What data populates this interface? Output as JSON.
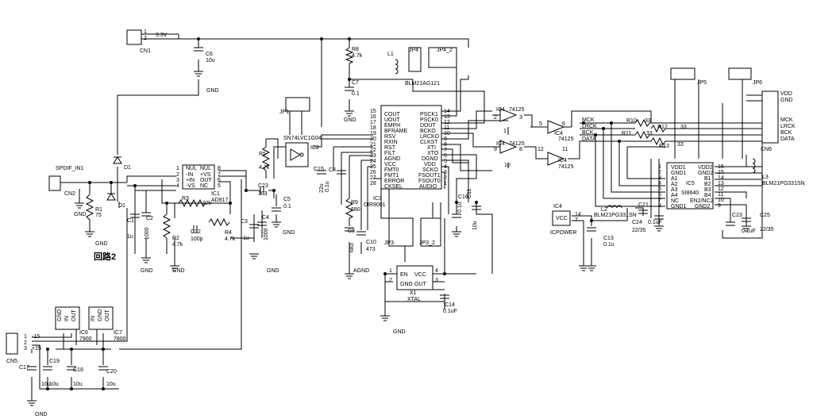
{
  "connectors": {
    "cn1": {
      "ref": "CN1",
      "p1": "1",
      "p2": "2",
      "net": "3.3V"
    },
    "cn2": {
      "ref": "CN2",
      "net": "SPDIF_IN1"
    },
    "cn5": {
      "ref": "CN5",
      "p1": "1",
      "p2": "2",
      "p3": "3",
      "neg": "-15",
      "pos": "+15"
    },
    "cn6": {
      "ref": "CN6",
      "pins": [
        "VDD",
        "GND",
        "MCK",
        "LRCK",
        "BCK",
        "DATA"
      ]
    }
  },
  "caps": {
    "c6": {
      "ref": "C6",
      "val": "10u"
    },
    "c7": {
      "ref": "C7",
      "val": "0.1"
    },
    "c1": {
      "ref": "C1",
      "val": "1u"
    },
    "c2": {
      "ref": "C2",
      "val": "1000"
    },
    "c22": {
      "ref": "C22",
      "val": "100p"
    },
    "c23": {
      "ref": "C23",
      "val": "103"
    },
    "c3": {
      "ref": "C3",
      "val": "1u"
    },
    "c4": {
      "ref": "C4",
      "val": "1000"
    },
    "c5": {
      "ref": "C5",
      "val": "0.1"
    },
    "c15": {
      "ref": "C15",
      "val": "0.1u"
    },
    "c8": {
      "ref": "C8",
      "val": "22u"
    },
    "c9": {
      "ref": "C9",
      "val": "683"
    },
    "c10": {
      "ref": "C10",
      "val": "473"
    },
    "c16": {
      "ref": "C16",
      "val": "0.1u"
    },
    "c11": {
      "ref": "C11",
      "val": "10u"
    },
    "c14": {
      "ref": "C14",
      "val": "0.1uF"
    },
    "c13": {
      "ref": "C13",
      "val": "0.1u"
    },
    "c21": {
      "ref": "C21",
      "val": "0.1uF"
    },
    "c24": {
      "ref": "C24",
      "val": "22/35"
    },
    "c23b": {
      "ref": "C23",
      "val": "0.1uF"
    },
    "c25": {
      "ref": "C25",
      "val": "22/35"
    },
    "c17": {
      "ref": "C17",
      "val": "10u"
    },
    "c19": {
      "ref": "C19",
      "val": "10u"
    },
    "c18": {
      "ref": "C18",
      "val": "10u"
    },
    "c20": {
      "ref": "C20",
      "val": "10u"
    }
  },
  "resistors": {
    "r1": {
      "ref": "R1",
      "val": "75"
    },
    "r3": {
      "ref": "R3",
      "val": "22k"
    },
    "r2": {
      "ref": "R2",
      "val": "4.7k"
    },
    "r4": {
      "ref": "R4",
      "val": "4.7k"
    },
    "r5": {
      "ref": "R5",
      "val": "4.7k"
    },
    "r8": {
      "ref": "R8",
      "val": "4.7k"
    },
    "r9": {
      "ref": "R9",
      "val": "680"
    },
    "r10": {
      "ref": "R10",
      "val": "33"
    },
    "r12": {
      "ref": "R12",
      "val": "33"
    },
    "r11": {
      "ref": "R11",
      "val": "33"
    },
    "r13": {
      "ref": "R13",
      "val": "33"
    }
  },
  "diodes": {
    "d1a": "D1",
    "d1b": "D1"
  },
  "inductors": {
    "l1": {
      "ref": "L1",
      "val": "BLM21AG121"
    },
    "l2": {
      "ref": "L2",
      "val": "BLM21PG331SN"
    },
    "l3": {
      "ref": "L3",
      "val": "BLM21PG331SN"
    }
  },
  "jumpers": {
    "jp1": "JP1",
    "jp4": "JP4",
    "jp4_2": "JP4_2",
    "jp5": "JP5",
    "jp6": "JP6",
    "jp3": "JP3",
    "jp3_2": "JP3_2"
  },
  "ic1": {
    "ref": "IC1",
    "part": "AD817",
    "left": [
      [
        "1",
        "NUL"
      ],
      [
        "2",
        "-IN"
      ],
      [
        "3",
        "+IN"
      ],
      [
        "4",
        "-VS"
      ]
    ],
    "right": [
      [
        "8",
        "NUL"
      ],
      [
        "7",
        "+VS"
      ],
      [
        "6",
        "OUT"
      ],
      [
        "5",
        "NC"
      ]
    ]
  },
  "ic2": {
    "ref": "IC2",
    "part": "SN74LVC1G04"
  },
  "ic3": {
    "ref": "IC3",
    "part": "DIR9001",
    "left": [
      [
        "15",
        "COUT"
      ],
      [
        "16",
        "UOUT"
      ],
      [
        "17",
        "EMPH"
      ],
      [
        "18",
        "BFRAME"
      ],
      [
        "19",
        "RSV"
      ],
      [
        "20",
        "RXIN"
      ],
      [
        "21",
        "RST"
      ],
      [
        "22",
        "FILT"
      ],
      [
        "23",
        "AGND"
      ],
      [
        "24",
        "VCC"
      ],
      [
        "25",
        "FMT0"
      ],
      [
        "26",
        "FMT1"
      ],
      [
        "27",
        "ERROR"
      ],
      [
        "28",
        "CKSEL"
      ]
    ],
    "right": [
      [
        "14",
        "PSCK1"
      ],
      [
        "13",
        "PSCK0"
      ],
      [
        "12",
        "DOUT"
      ],
      [
        "11",
        "BCKO"
      ],
      [
        "10",
        "LRCKO"
      ],
      [
        "9",
        "CLKST"
      ],
      [
        "8",
        "XTI"
      ],
      [
        "7",
        "XTO"
      ],
      [
        "6",
        "DGND"
      ],
      [
        "5",
        "VDD"
      ],
      [
        "4",
        "SCKO"
      ],
      [
        "3",
        "FSOUT1"
      ],
      [
        "2",
        "FSOUT0"
      ],
      [
        "1",
        "AUDIO"
      ]
    ]
  },
  "ic4": {
    "ref": "IC4",
    "part": "74125",
    "power": {
      "ref": "IC4",
      "pin": "VCC",
      "p14": "14",
      "p7": "7",
      "label": "ICPOWER"
    },
    "gate_pins": {
      "a": [
        "2",
        "1",
        "3"
      ],
      "b": [
        "5",
        "6"
      ],
      "c": [
        "9",
        "10",
        "8"
      ],
      "d": [
        "12",
        "11"
      ]
    }
  },
  "ic5": {
    "ref": "IC5",
    "part": "SI8640",
    "left": [
      [
        "1",
        "VDD1"
      ],
      [
        "2",
        "GND1"
      ],
      [
        "3",
        "A1"
      ],
      [
        "4",
        "A2"
      ],
      [
        "5",
        "A3"
      ],
      [
        "6",
        "A4"
      ],
      [
        "7",
        "NC"
      ],
      [
        "8",
        "GND1"
      ]
    ],
    "right": [
      [
        "16",
        "VDD2"
      ],
      [
        "15",
        "GND2"
      ],
      [
        "14",
        "B1"
      ],
      [
        "13",
        "B2"
      ],
      [
        "12",
        "B3"
      ],
      [
        "11",
        "B4"
      ],
      [
        "10",
        "EN2/NC2"
      ],
      [
        "9",
        "GND2"
      ]
    ]
  },
  "ic6": {
    "ref": "IC6",
    "part": "7900",
    "pins": [
      "GND",
      "IN",
      "OUT"
    ]
  },
  "ic7": {
    "ref": "IC7",
    "part": "7800",
    "pins": [
      "IN",
      "GND",
      "OUT"
    ]
  },
  "x1": {
    "ref": "X1",
    "part": "XTAL",
    "pins": [
      [
        "1",
        "EN"
      ],
      [
        "2",
        "GND"
      ],
      [
        "4",
        "VCC"
      ],
      [
        "3",
        "OUT"
      ]
    ]
  },
  "nets": {
    "gnd": "GND",
    "agnd": "AGND",
    "mck": "MCK",
    "lrck": "LRCK",
    "bck": "BCK",
    "data": "DATA"
  },
  "circuit_label": "回路2"
}
